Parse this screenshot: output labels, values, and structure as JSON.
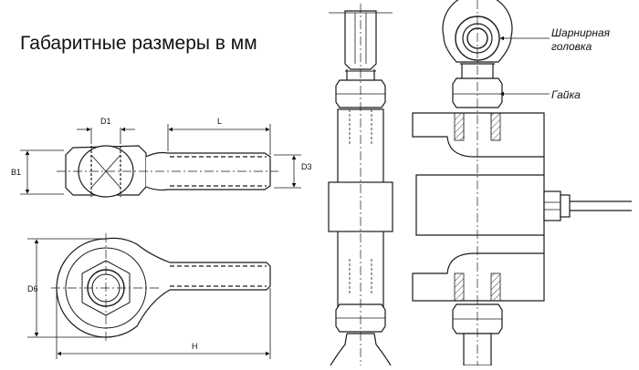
{
  "title": "Габаритные размеры в мм",
  "dimensions": {
    "d1": "D1",
    "l": "L",
    "b1": "B1",
    "d3": "D3",
    "d6": "D6",
    "h": "H"
  },
  "callouts": {
    "hinge_line1": "Шарнирная",
    "hinge_line2": "головка",
    "nut": "Гайка"
  },
  "colors": {
    "line": "#1a1a1a",
    "hatch": "#444444",
    "background": "#ffffff"
  }
}
